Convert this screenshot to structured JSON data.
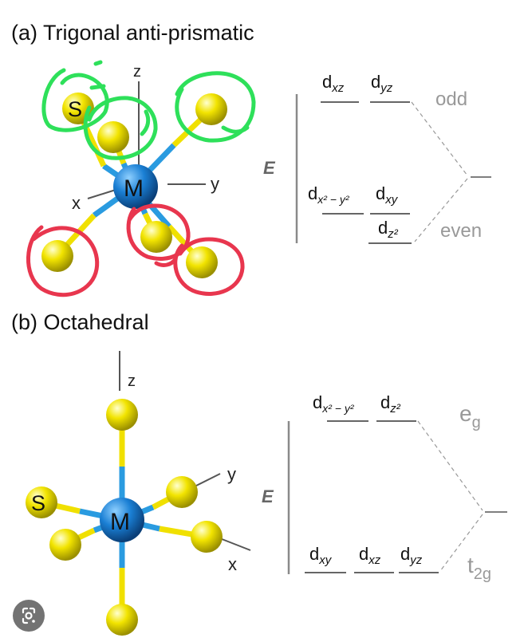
{
  "panel_a": {
    "title": "(a) Trigonal  anti-prismatic",
    "labels": {
      "atom_s": "S",
      "atom_m": "M",
      "axis_z": "z",
      "axis_y": "y",
      "axis_x": "x"
    },
    "energy_label": "E",
    "upper_orbitals": {
      "dxz": {
        "main": "d",
        "sub": "xz"
      },
      "dyz": {
        "main": "d",
        "sub": "yz"
      }
    },
    "lower_orbitals": {
      "dx2y2": {
        "main": "d",
        "sub": "x² − y²"
      },
      "dxy": {
        "main": "d",
        "sub": "xy"
      },
      "dz2": {
        "main": "d",
        "sub": "z²"
      }
    },
    "level_labels": {
      "upper": "odd",
      "lower": "even"
    }
  },
  "panel_b": {
    "title": "(b)  Octahedral",
    "labels": {
      "atom_s": "S",
      "atom_m": "M",
      "axis_z": "z",
      "axis_y": "y",
      "axis_x": "x"
    },
    "energy_label": "E",
    "upper_orbitals": {
      "dx2y2": {
        "main": "d",
        "sub": "x² − y²"
      },
      "dz2": {
        "main": "d",
        "sub": "z²"
      }
    },
    "lower_orbitals": {
      "dxy": {
        "main": "d",
        "sub": "xy"
      },
      "dxz": {
        "main": "d",
        "sub": "xz"
      },
      "dyz": {
        "main": "d",
        "sub": "yz"
      }
    },
    "level_labels": {
      "upper_main": "e",
      "upper_sub": "g",
      "lower_main": "t",
      "lower_sub": "2g"
    }
  },
  "colors": {
    "sulfur": "#f2e400",
    "metal": "#1a7fd4",
    "bond_blue": "#2a9be0",
    "bond_yellow": "#f0e000",
    "annotation_green": "#2ee05a",
    "annotation_red": "#e8364e",
    "axis_gray": "#555555",
    "level_gray": "#9a9a9a"
  },
  "icons": {
    "lens": "google-lens-icon"
  }
}
